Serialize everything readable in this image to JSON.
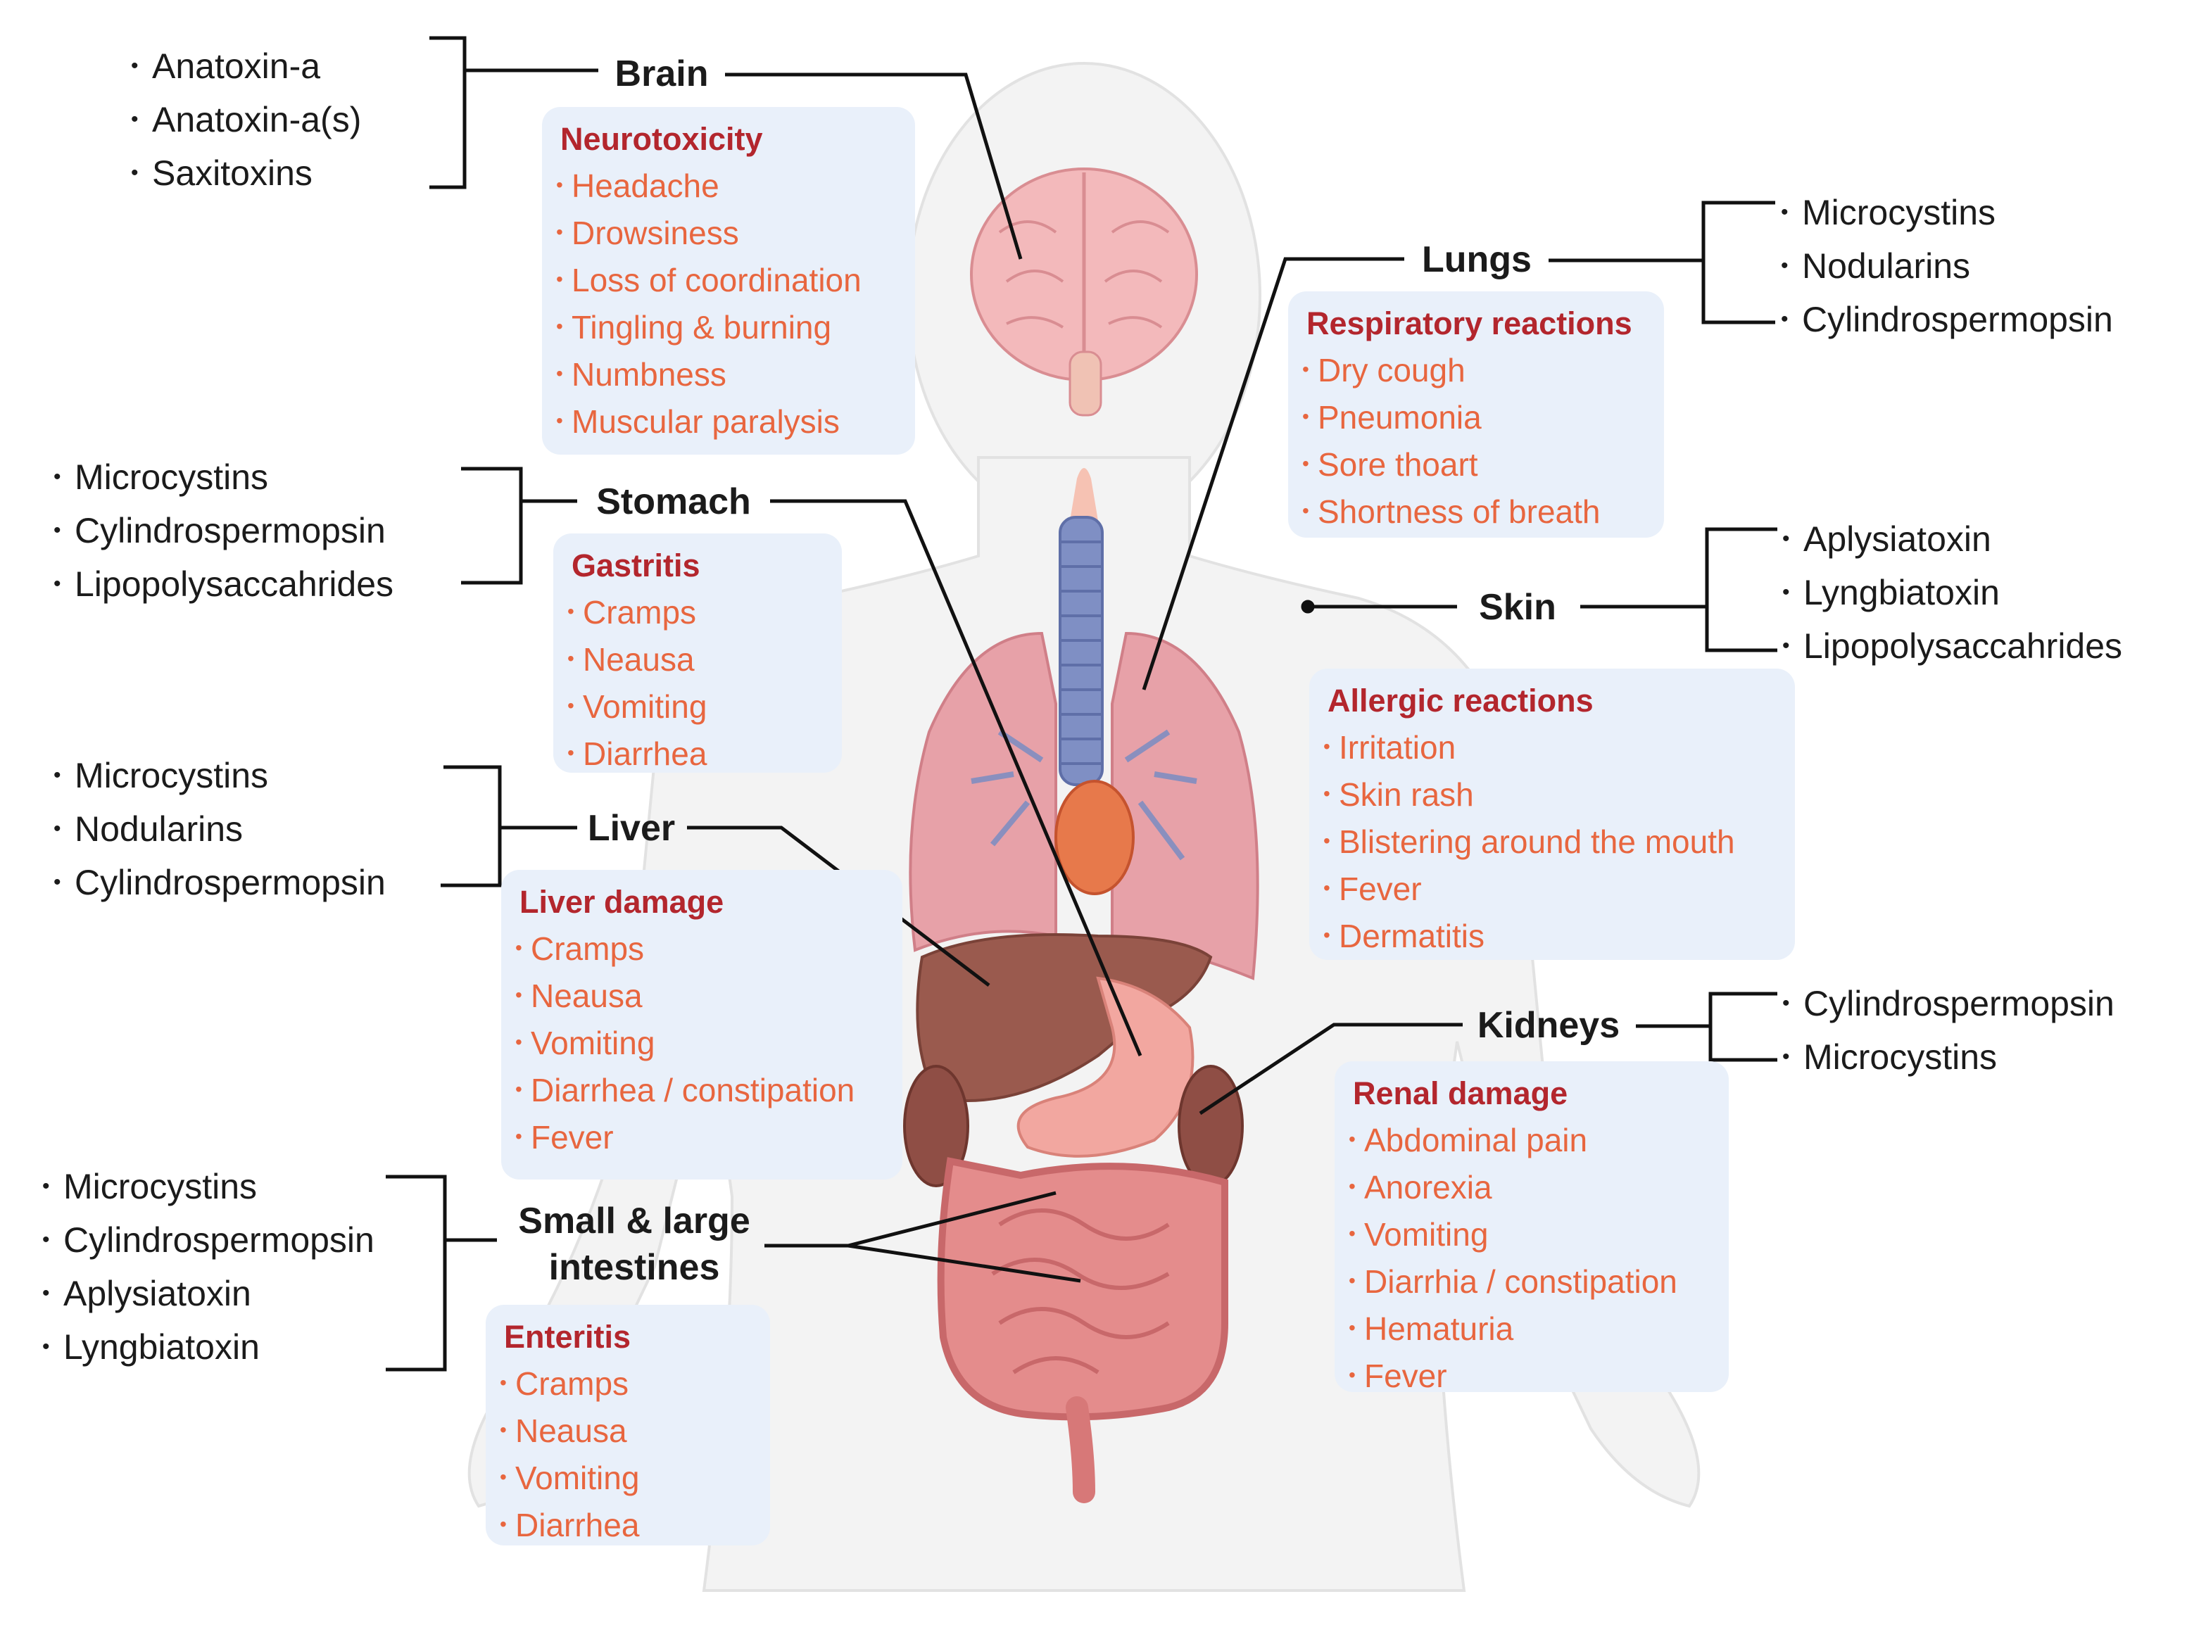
{
  "organs": [
    {
      "name": "Brain",
      "condition": "Neurotoxicity",
      "symptoms": [
        "Headache",
        "Drowsiness",
        "Loss of coordination",
        "Tingling & burning",
        "Numbness",
        "Muscular paralysis"
      ],
      "toxins": [
        "Anatoxin-a",
        "Anatoxin-a(s)",
        "Saxitoxins"
      ]
    },
    {
      "name": "Stomach",
      "condition": "Gastritis",
      "symptoms": [
        "Cramps",
        "Neausa",
        "Vomiting",
        "Diarrhea"
      ],
      "toxins": [
        "Microcystins",
        "Cylindrospermopsin",
        "Lipopolysaccahrides"
      ]
    },
    {
      "name": "Liver",
      "condition": "Liver damage",
      "symptoms": [
        "Cramps",
        "Neausa",
        "Vomiting",
        "Diarrhea / constipation",
        "Fever"
      ],
      "toxins": [
        "Microcystins",
        "Nodularins",
        "Cylindrospermopsin"
      ]
    },
    {
      "name": "Small & large intestines",
      "name_lines": [
        "Small & large",
        "intestines"
      ],
      "condition": "Enteritis",
      "symptoms": [
        "Cramps",
        "Neausa",
        "Vomiting",
        "Diarrhea"
      ],
      "toxins": [
        "Microcystins",
        "Cylindrospermopsin",
        "Aplysiatoxin",
        "Lyngbiatoxin"
      ]
    },
    {
      "name": "Lungs",
      "condition": "Respiratory reactions",
      "symptoms": [
        "Dry cough",
        "Pneumonia",
        "Sore thoart",
        "Shortness of breath"
      ],
      "toxins": [
        "Microcystins",
        "Nodularins",
        "Cylindrospermopsin"
      ]
    },
    {
      "name": "Skin",
      "condition": "Allergic reactions",
      "symptoms": [
        "Irritation",
        "Skin rash",
        "Blistering around the mouth",
        "Fever",
        "Dermatitis"
      ],
      "toxins": [
        "Aplysiatoxin",
        "Lyngbiatoxin",
        "Lipopolysaccahrides"
      ]
    },
    {
      "name": "Kidneys",
      "condition": "Renal damage",
      "symptoms": [
        "Abdominal pain",
        "Anorexia",
        "Vomiting",
        "Diarrhia / constipation",
        "Hematuria",
        "Fever"
      ],
      "toxins": [
        "Cylindrospermopsin",
        "Microcystins"
      ]
    }
  ],
  "colors": {
    "condition_title": "#b3262d",
    "symptom_text": "#e8663f",
    "panel_background": "#e9f0fa",
    "connector_line": "#111111",
    "body_silhouette": "#f2f2f2",
    "lungs": "#e7a1a8",
    "trachea": "#7f8fc4",
    "liver": "#9a5a4e",
    "stomach": "#f2a7a0",
    "intestines": "#e48c8c",
    "kidneys": "#8f4e45",
    "brain": "#f3b9bb"
  },
  "icons": [
    "human-body-silhouette",
    "brain-illustration",
    "trachea-illustration",
    "lungs-illustration",
    "heart-illustration",
    "liver-illustration",
    "stomach-illustration",
    "kidneys-illustration",
    "intestines-illustration"
  ]
}
